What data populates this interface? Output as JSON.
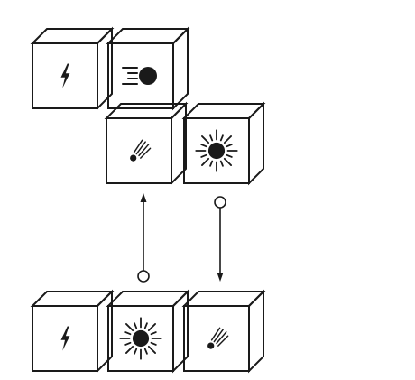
{
  "colors": {
    "line": "#1a1a1a",
    "background": "#ffffff"
  },
  "top_group": {
    "row1": [
      {
        "icon": "lightning-bolt-icon"
      },
      {
        "icon": "fast-ball-icon"
      }
    ],
    "row2": [
      {
        "icon": "meteor-icon"
      },
      {
        "icon": "sun-burst-icon"
      }
    ]
  },
  "bottom_group": {
    "row": [
      {
        "icon": "lightning-bolt-icon"
      },
      {
        "icon": "sun-burst-icon"
      },
      {
        "icon": "meteor-icon"
      }
    ]
  },
  "connectors": [
    {
      "name": "swap-up-arrow",
      "direction": "up",
      "marker": "open-circle"
    },
    {
      "name": "swap-down-arrow",
      "direction": "down",
      "marker": "open-circle"
    }
  ]
}
